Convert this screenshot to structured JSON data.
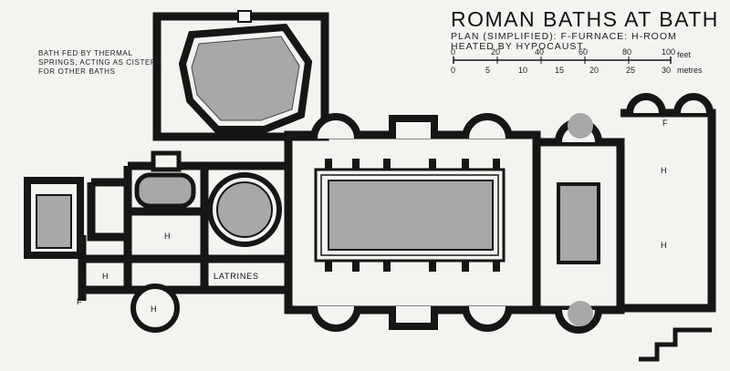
{
  "title": "ROMAN BATHS AT BATH",
  "subtitle_line1": "PLAN (SIMPLIFIED): F-FURNACE: H-ROOM",
  "subtitle_line2": "HEATED BY HYPOCAUST.",
  "note": "BATH FED BY THERMAL SPRINGS, ACTING AS CISTERN FOR OTHER BATHS",
  "scale": {
    "feet_ticks": [
      "0",
      "20",
      "40",
      "60",
      "80",
      "100"
    ],
    "feet_unit": "feet",
    "metre_ticks": [
      "0",
      "5",
      "10",
      "15",
      "20",
      "25",
      "30"
    ],
    "metre_unit": "metres"
  },
  "labels": {
    "h_west_room": "H",
    "h_lower_left": "H",
    "h_round": "H",
    "f_west": "F",
    "latrines": "LATRINES",
    "f_east": "F",
    "h_east_upper": "H",
    "h_east_lower": "H"
  },
  "colors": {
    "wall": "#161616",
    "pool": "#a8a8a8",
    "paper": "#f4f3ef"
  }
}
